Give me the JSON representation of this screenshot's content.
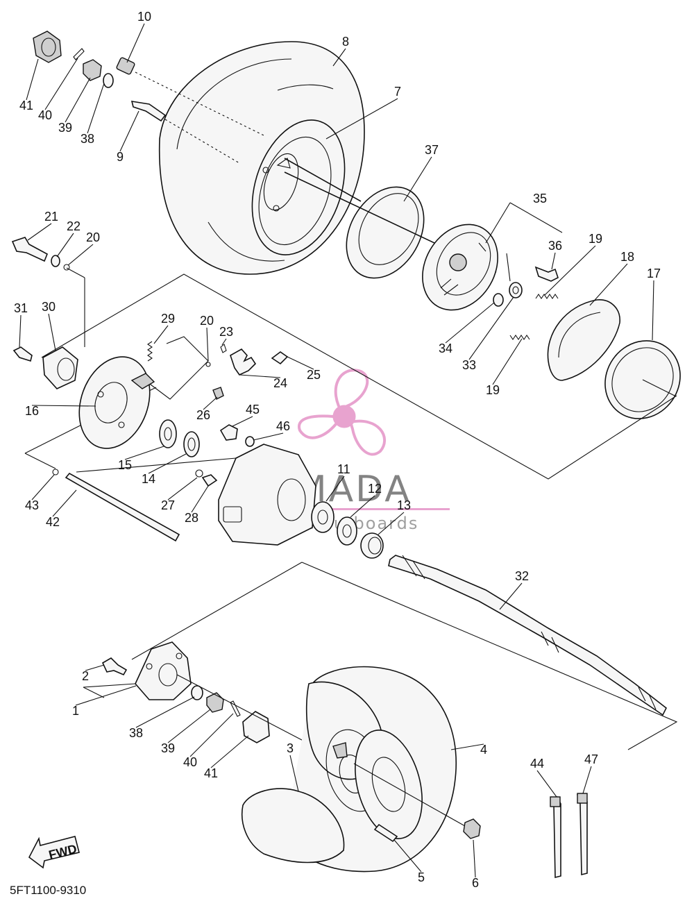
{
  "diagram": {
    "code": "5FT1100-9310",
    "fwd_label": "FWD",
    "watermark": {
      "brand": "ARMADA",
      "tagline": "marine outboards",
      "color": "#e8a3cf"
    },
    "callouts": [
      {
        "id": "c10",
        "text": "10"
      },
      {
        "id": "c8",
        "text": "8"
      },
      {
        "id": "c41a",
        "text": "41"
      },
      {
        "id": "c40a",
        "text": "40"
      },
      {
        "id": "c39a",
        "text": "39"
      },
      {
        "id": "c38a",
        "text": "38"
      },
      {
        "id": "c9",
        "text": "9"
      },
      {
        "id": "c7",
        "text": "7"
      },
      {
        "id": "c37",
        "text": "37"
      },
      {
        "id": "c35",
        "text": "35"
      },
      {
        "id": "c36",
        "text": "36"
      },
      {
        "id": "c19a",
        "text": "19"
      },
      {
        "id": "c18",
        "text": "18"
      },
      {
        "id": "c17",
        "text": "17"
      },
      {
        "id": "c21",
        "text": "21"
      },
      {
        "id": "c22",
        "text": "22"
      },
      {
        "id": "c20a",
        "text": "20"
      },
      {
        "id": "c31",
        "text": "31"
      },
      {
        "id": "c30",
        "text": "30"
      },
      {
        "id": "c29",
        "text": "29"
      },
      {
        "id": "c20b",
        "text": "20"
      },
      {
        "id": "c23",
        "text": "23"
      },
      {
        "id": "c34",
        "text": "34"
      },
      {
        "id": "c33",
        "text": "33"
      },
      {
        "id": "c19b",
        "text": "19"
      },
      {
        "id": "c24",
        "text": "24"
      },
      {
        "id": "c25",
        "text": "25"
      },
      {
        "id": "c16",
        "text": "16"
      },
      {
        "id": "c26",
        "text": "26"
      },
      {
        "id": "c45",
        "text": "45"
      },
      {
        "id": "c46",
        "text": "46"
      },
      {
        "id": "c15",
        "text": "15"
      },
      {
        "id": "c14",
        "text": "14"
      },
      {
        "id": "c11",
        "text": "11"
      },
      {
        "id": "c12",
        "text": "12"
      },
      {
        "id": "c13",
        "text": "13"
      },
      {
        "id": "c43",
        "text": "43"
      },
      {
        "id": "c27",
        "text": "27"
      },
      {
        "id": "c42",
        "text": "42"
      },
      {
        "id": "c28",
        "text": "28"
      },
      {
        "id": "c32",
        "text": "32"
      },
      {
        "id": "c2",
        "text": "2"
      },
      {
        "id": "c1",
        "text": "1"
      },
      {
        "id": "c38b",
        "text": "38"
      },
      {
        "id": "c39b",
        "text": "39"
      },
      {
        "id": "c40b",
        "text": "40"
      },
      {
        "id": "c41b",
        "text": "41"
      },
      {
        "id": "c3",
        "text": "3"
      },
      {
        "id": "c4",
        "text": "4"
      },
      {
        "id": "c44",
        "text": "44"
      },
      {
        "id": "c47",
        "text": "47"
      },
      {
        "id": "c5",
        "text": "5"
      },
      {
        "id": "c6",
        "text": "6"
      }
    ]
  }
}
